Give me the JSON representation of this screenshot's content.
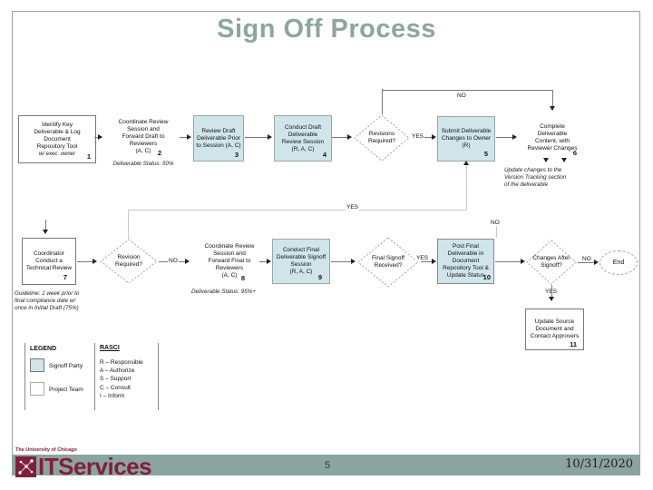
{
  "title": "Sign Off Process",
  "labels": {
    "yes": "YES",
    "no": "NO"
  },
  "nodes": {
    "n1": {
      "text": "Identify Key\nDeliverable & Log\nDocument\nRepository Tool",
      "sub": "w/ exec. owner",
      "num": "1"
    },
    "n2": {
      "text": "Coordinate Review\nSession and\nForward Draft to\nReviewers\n(A, C)",
      "num": "2"
    },
    "n3": {
      "text": "Review Draft\nDeliverable Prior\nto Session (A, C)",
      "num": "3"
    },
    "n4": {
      "text": "Conduct Draft\nDeliverable\nReview Session\n(R, A, C)",
      "num": "4"
    },
    "d1": {
      "text": "Revisions\nRequired?"
    },
    "n5": {
      "text": "Submit Deliverable\nChanges to Owner\n(R)",
      "num": "5"
    },
    "n6": {
      "text": "Complete\nDeliverable\nContent, with\nReviewer Changes",
      "num": "6"
    },
    "n7": {
      "text": "Coordinator\nConduct a\nTechnical Review",
      "num": "7"
    },
    "d2": {
      "text": "Revision\nRequired?"
    },
    "n8": {
      "text": "Coordinate Review\nSession and\nForward Final to\nReviewers\n(A, C)",
      "num": "8"
    },
    "n9": {
      "text": "Conduct Final\nDeliverable Signoff\nSession\n(R, A, C)",
      "num": "9"
    },
    "d3": {
      "text": "Final Signoff\nReceived?"
    },
    "n10": {
      "text": "Post Final\nDeliverable in\nDocument\nRepository Tool &\nUpdate Status",
      "num": "10"
    },
    "d4": {
      "text": "Changes After\nSignoff?"
    },
    "end": {
      "text": "End"
    },
    "n11": {
      "text": "Update Source\nDocument and\nContact Approvers",
      "num": "11"
    }
  },
  "notes": {
    "status50": "Deliverable Status:  50%",
    "update_version": "Update changes to the\nVersion Tracking section\nof the deliverable",
    "guideline": "Guideline:  1 week prior to\nfinal compliance date w/\nonce in Initial Draft (75%)",
    "status95": "Deliverable Status:  95%+"
  },
  "legend": {
    "heading": "LEGEND",
    "signoff_label": "Signoff Party",
    "project_label": "Project Team",
    "rasci_heading": "RASCI",
    "rasci": [
      "R – Responsible",
      "A – Authorize",
      "S – Support",
      "C – Consult",
      "I – Inform"
    ]
  },
  "footer": {
    "page": "5",
    "date": "10/31/2020",
    "university": "The University of Chicago",
    "org": "ITServices"
  },
  "colors": {
    "accent_title": "#8CA69F",
    "signoff_fill": "#CFE5EA",
    "footer_band": "#8BA4A0",
    "brand_maroon": "#811F3B"
  }
}
